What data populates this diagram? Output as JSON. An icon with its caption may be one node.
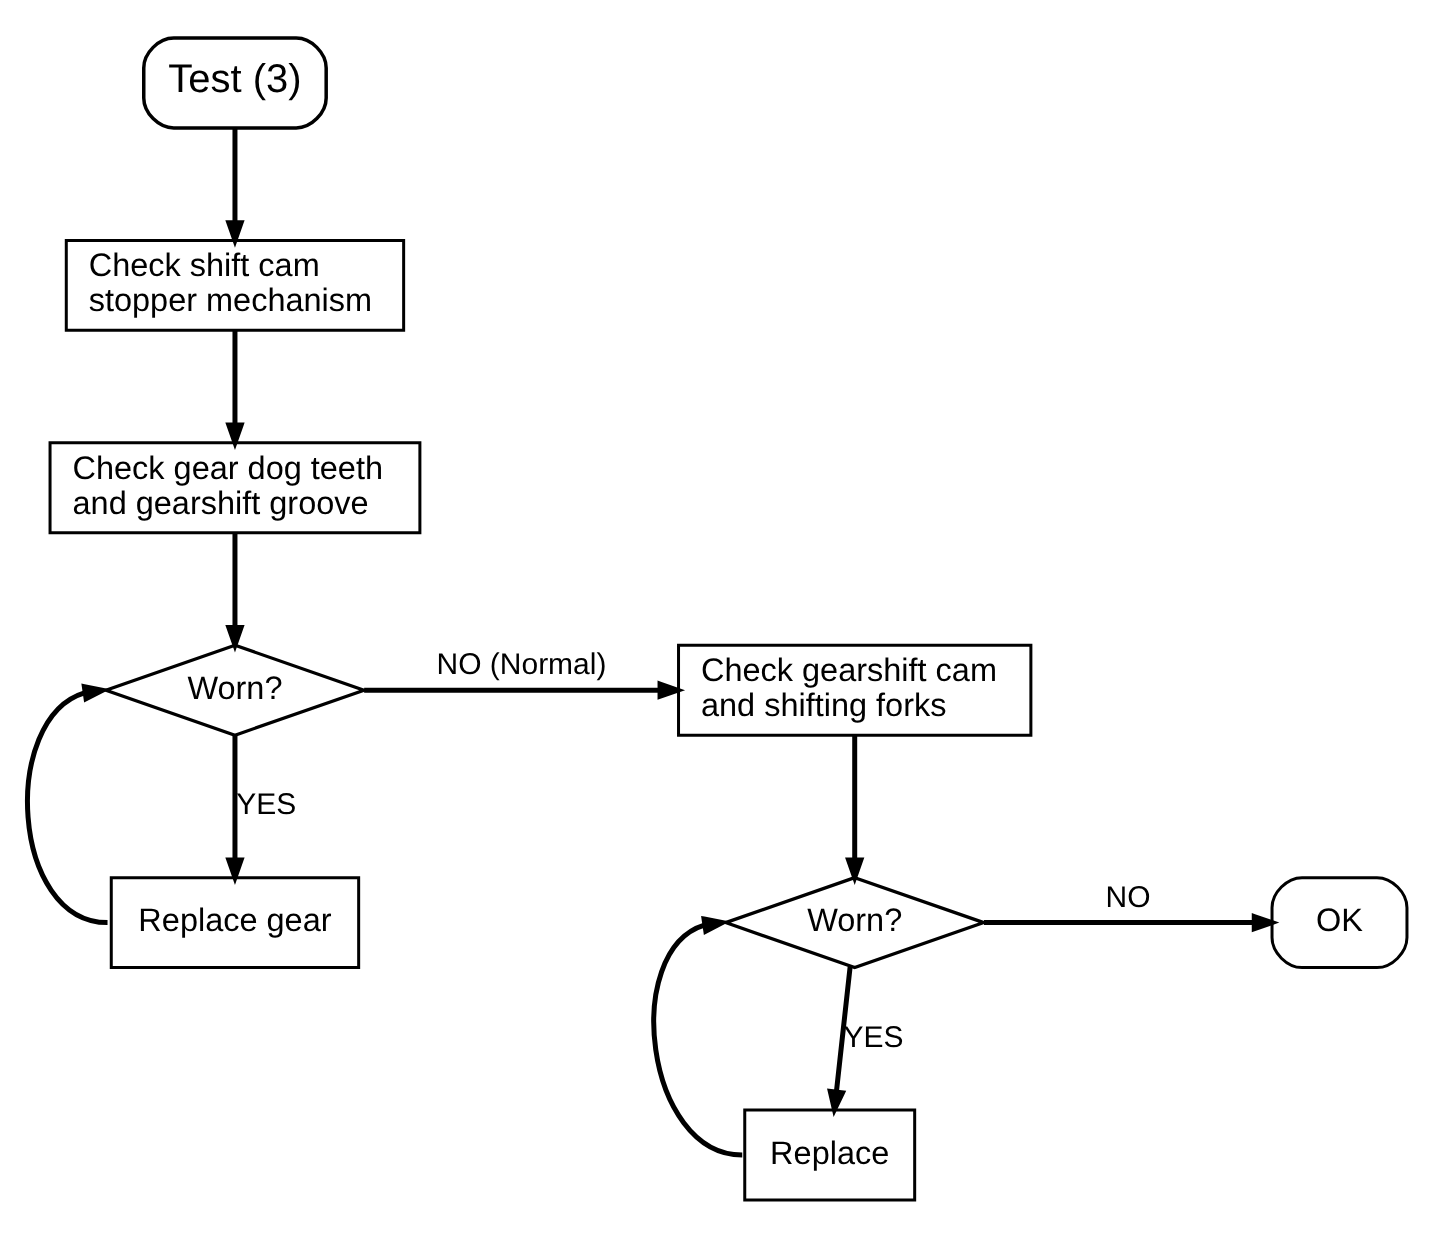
{
  "diagram": {
    "nodes": [
      {
        "text": [
          "Test (3)"
        ]
      },
      {
        "text": [
          "Check shift cam stopper mechanism"
        ]
      },
      {
        "text": [
          "Check gear dog teeth and gearshift groove"
        ]
      },
      {
        "text": [
          "Worn?"
        ]
      },
      {
        "text": [
          "Replace gear"
        ]
      },
      {
        "text": [
          "Check gearshift cam and shifting forks"
        ]
      },
      {
        "text": [
          "Worn?"
        ]
      },
      {
        "text": [
          "OK"
        ]
      },
      {
        "text": [
          "Replace"
        ]
      }
    ],
    "edges": [
      {
        "from": 0,
        "to": 1,
        "arrow": "to"
      },
      {
        "from": 1,
        "to": 2,
        "arrow": "to"
      },
      {
        "from": 2,
        "to": 3,
        "arrow": "to"
      },
      {
        "from": 3,
        "to": 5,
        "arrow": "to",
        "label": "NO (Normal)"
      },
      {
        "from": 3,
        "to": 4,
        "arrow": "to",
        "label": "YES"
      },
      {
        "from": 4,
        "to": 3,
        "arrow": "to"
      },
      {
        "from": 5,
        "to": 6,
        "arrow": "to"
      },
      {
        "from": 6,
        "to": 7,
        "arrow": "to",
        "label": "NO"
      },
      {
        "from": 6,
        "to": 8,
        "arrow": "to",
        "label": "YES"
      },
      {
        "from": 8,
        "to": 6,
        "arrow": "to"
      }
    ]
  }
}
